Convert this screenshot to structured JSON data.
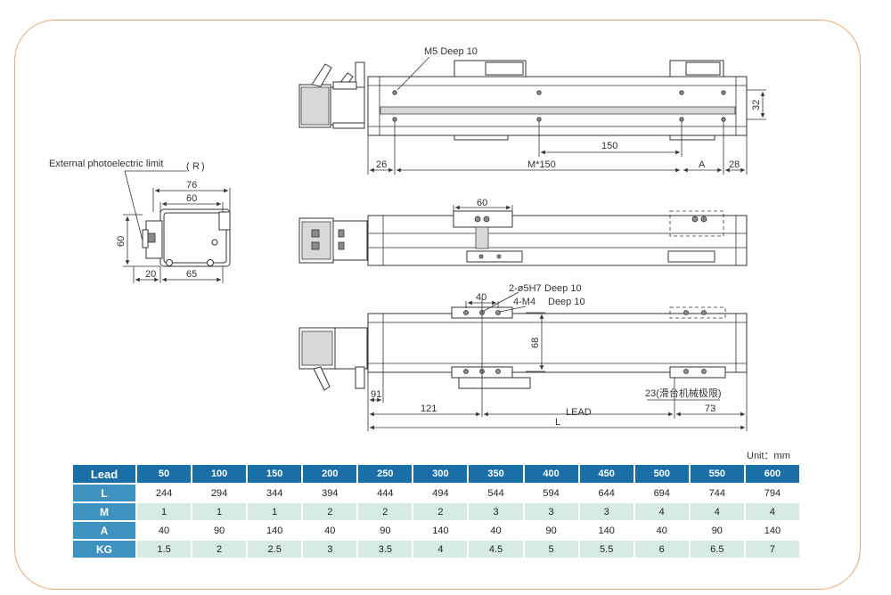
{
  "labels": {
    "m5_deep": "M5 Deep 10",
    "photoelectric": "External photoelectric limit",
    "r_mark": "R",
    "dim_32": "32",
    "dim_150": "150",
    "dim_26": "26",
    "dim_m150": "M*150",
    "dim_a": "A",
    "dim_28": "28",
    "dim_76": "76",
    "dim_60_side": "60",
    "dim_60_height": "60",
    "dim_20": "20",
    "dim_65": "65",
    "dim_60_carriage": "60",
    "dim_40": "40",
    "hole_5h7": "2-ø5H7",
    "hole_deep10a": "Deep 10",
    "hole_m4": "4-M4",
    "hole_deep10b": "Deep 10",
    "dim_68": "68",
    "dim_91": "91",
    "dim_121": "121",
    "dim_lead": "LEAD",
    "dim_73": "73",
    "dim_l": "L",
    "dim_23": "23(滑台机械极限)"
  },
  "unit": "Unit：mm",
  "table": {
    "header": "Lead",
    "leads": [
      "50",
      "100",
      "150",
      "200",
      "250",
      "300",
      "350",
      "400",
      "450",
      "500",
      "550",
      "600"
    ],
    "rows": [
      {
        "name": "L",
        "values": [
          "244",
          "294",
          "344",
          "394",
          "444",
          "494",
          "544",
          "594",
          "644",
          "694",
          "744",
          "794"
        ]
      },
      {
        "name": "M",
        "values": [
          "1",
          "1",
          "1",
          "2",
          "2",
          "2",
          "3",
          "3",
          "3",
          "4",
          "4",
          "4"
        ]
      },
      {
        "name": "A",
        "values": [
          "40",
          "90",
          "140",
          "40",
          "90",
          "140",
          "40",
          "90",
          "140",
          "40",
          "90",
          "140"
        ]
      },
      {
        "name": "KG",
        "values": [
          "1.5",
          "2",
          "2.5",
          "3",
          "3.5",
          "4",
          "4.5",
          "5",
          "5.5",
          "6",
          "6.5",
          "7"
        ]
      }
    ]
  },
  "colors": {
    "header": "#1a6fa8",
    "row_header": "#3e92bf",
    "stripe": "#d6ebe3",
    "frame": "#e9a76e"
  }
}
